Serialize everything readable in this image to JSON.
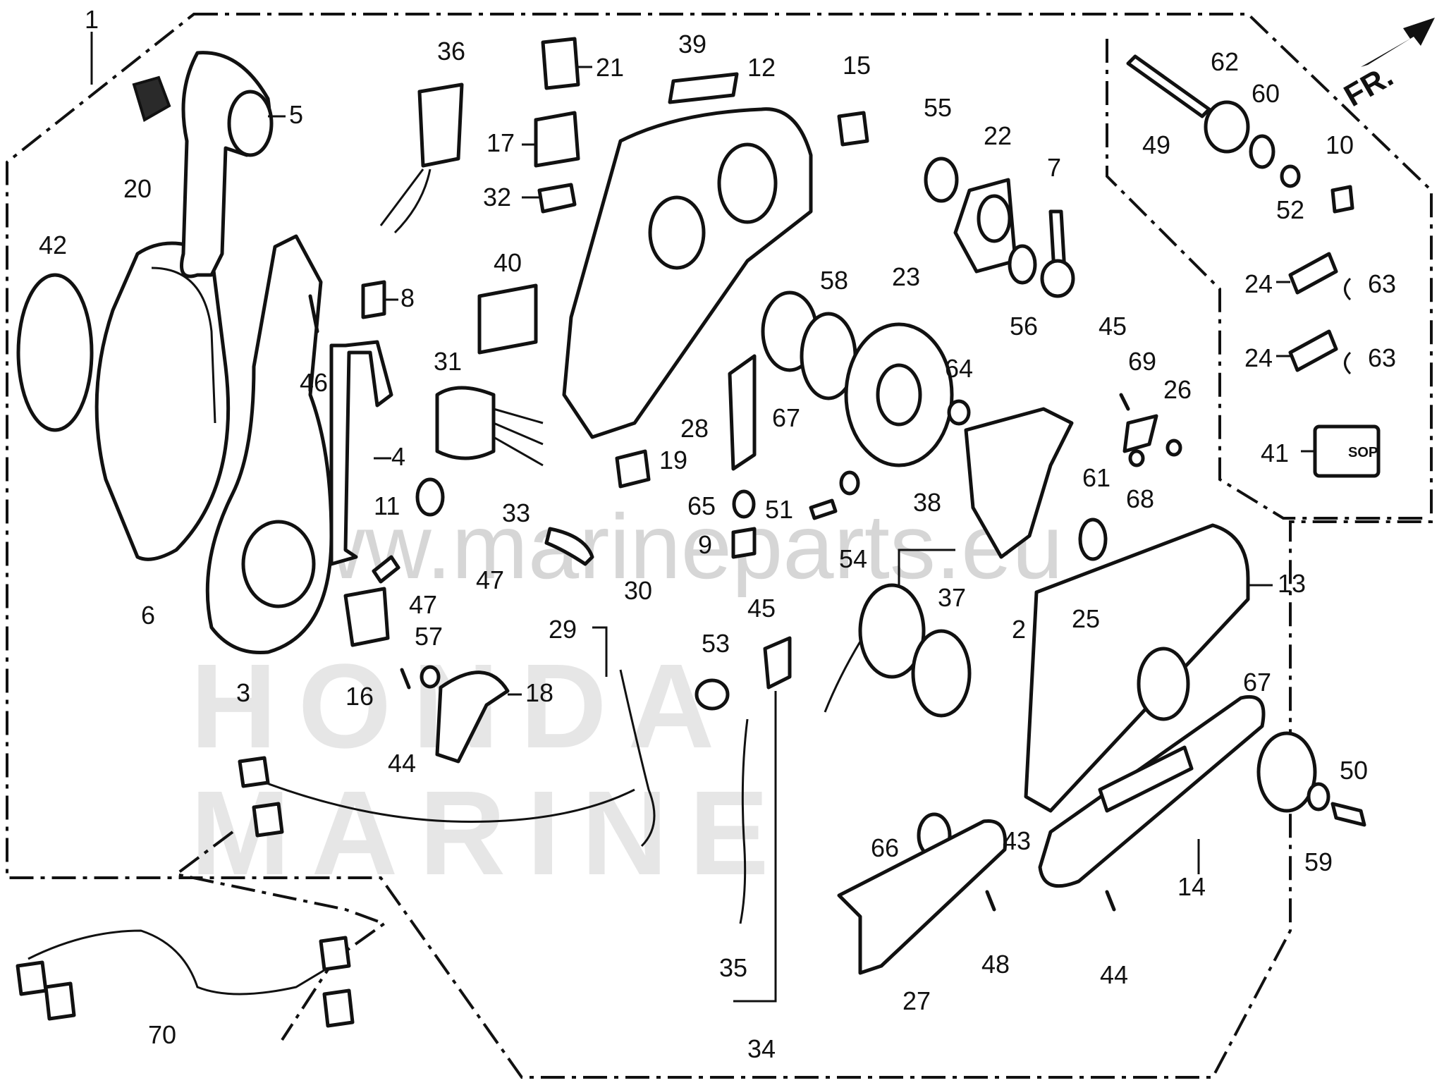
{
  "watermark": {
    "site": "www.marineparts.eu",
    "brand_top": "HONDA",
    "brand_bottom": "MARINE"
  },
  "orientation": {
    "label": "FR."
  },
  "sticker_41": {
    "text": "SOP"
  },
  "callouts": {
    "c1": "1",
    "c2": "2",
    "c3": "3",
    "c4": "4",
    "c5": "5",
    "c6": "6",
    "c7": "7",
    "c8": "8",
    "c9": "9",
    "c10": "10",
    "c11": "11",
    "c12": "12",
    "c13": "13",
    "c14": "14",
    "c15": "15",
    "c16": "16",
    "c17": "17",
    "c18": "18",
    "c19": "19",
    "c20": "20",
    "c21": "21",
    "c22": "22",
    "c23": "23",
    "c24a": "24",
    "c24b": "24",
    "c25": "25",
    "c26": "26",
    "c27": "27",
    "c28": "28",
    "c29": "29",
    "c30": "30",
    "c31": "31",
    "c32": "32",
    "c33": "33",
    "c34": "34",
    "c35": "35",
    "c36": "36",
    "c37": "37",
    "c38": "38",
    "c39": "39",
    "c40": "40",
    "c41": "41",
    "c42": "42",
    "c43": "43",
    "c44a": "44",
    "c44b": "44",
    "c45a": "45",
    "c45b": "45",
    "c46": "46",
    "c47a": "47",
    "c47b": "47",
    "c48": "48",
    "c49": "49",
    "c50": "50",
    "c51": "51",
    "c52": "52",
    "c53": "53",
    "c54": "54",
    "c55": "55",
    "c56": "56",
    "c57": "57",
    "c58": "58",
    "c59": "59",
    "c60": "60",
    "c61": "61",
    "c62": "62",
    "c63a": "63",
    "c63b": "63",
    "c64": "64",
    "c65": "65",
    "c66": "66",
    "c67a": "67",
    "c67b": "67",
    "c68": "68",
    "c69": "69",
    "c70": "70"
  }
}
